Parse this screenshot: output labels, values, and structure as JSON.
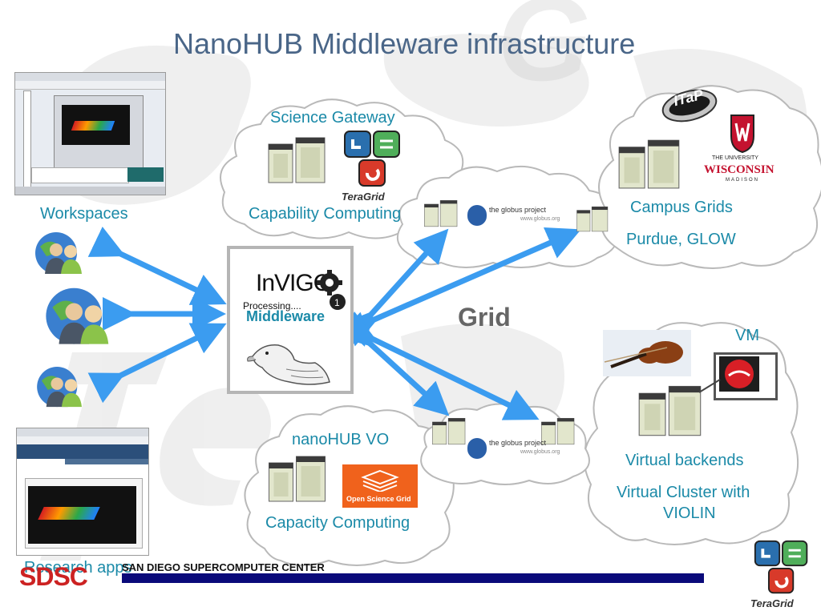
{
  "slide": {
    "title": "NanoHUB Middleware infrastructure",
    "footer_org": "SAN DIEGO SUPERCOMPUTER CENTER",
    "sdsc_logo": "SDSC",
    "grid_label": "Grid"
  },
  "labels": {
    "science_gateway": "Science Gateway",
    "capability_computing": "Capability Computing",
    "workspaces": "Workspaces",
    "campus_grids": "Campus Grids",
    "purdue_glow": "Purdue, GLOW",
    "middleware": "Middleware",
    "vm": "VM",
    "nanohub_vo": "nanoHUB VO",
    "virtual_backends": "Virtual backends",
    "virtual_cluster": "Virtual Cluster with",
    "violin": "VIOLIN",
    "capacity_computing": "Capacity Computing",
    "research_apps": "Research apps"
  },
  "logos": {
    "teragrid": "TeraGrid",
    "globus": "the globus project",
    "globus_url": "www.globus.org",
    "invigo_title": "InVIGO",
    "invigo_processing": "Processing....",
    "itap": "ITaP",
    "wisconsin_top": "THE UNIVERSITY",
    "wisconsin_name": "WISCONSIN",
    "wisconsin_bottom": "MADISON",
    "open_science_grid": "Open Science Grid"
  },
  "colors": {
    "title": "#4a6688",
    "label": "#1b8aa8",
    "arrow": "#3b9cf0",
    "cloud": "#bbbbbb",
    "footer_bar": "#0a0a7a",
    "sdsc_red": "#cc2222"
  }
}
